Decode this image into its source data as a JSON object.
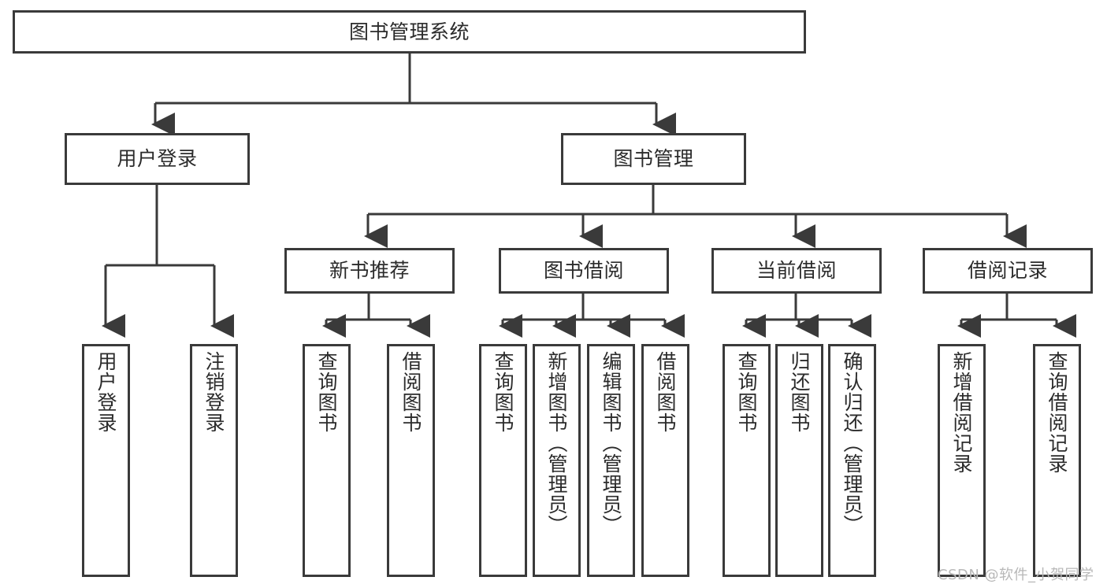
{
  "diagram": {
    "type": "hierarchy-tree",
    "title": "图书管理系统",
    "levels": 4,
    "root": {
      "label": "图书管理系统"
    },
    "level2": [
      {
        "label": "用户登录"
      },
      {
        "label": "图书管理"
      }
    ],
    "level3": [
      {
        "label": "新书推荐"
      },
      {
        "label": "图书借阅"
      },
      {
        "label": "当前借阅"
      },
      {
        "label": "借阅记录"
      }
    ],
    "leaves": {
      "user_login": [
        {
          "label": "用户登录"
        },
        {
          "label": "注销登录"
        }
      ],
      "new_book_recommend": [
        {
          "label": "查询图书"
        },
        {
          "label": "借阅图书"
        }
      ],
      "book_borrow": [
        {
          "label": "查询图书"
        },
        {
          "label": "新增图书（管理员）"
        },
        {
          "label": "编辑图书（管理员）"
        },
        {
          "label": "借阅图书"
        }
      ],
      "current_borrow": [
        {
          "label": "查询图书"
        },
        {
          "label": "归还图书"
        },
        {
          "label": "确认归还（管理员）"
        }
      ],
      "borrow_record": [
        {
          "label": "新增借阅记录"
        },
        {
          "label": "查询借阅记录"
        }
      ]
    }
  },
  "watermark": {
    "text": "CSDN @软件_小贺同学"
  },
  "colors": {
    "stroke": "#3a3a3a",
    "fill": "#ffffff",
    "text": "#2b2b2b",
    "watermark": "#b8b8b8"
  }
}
